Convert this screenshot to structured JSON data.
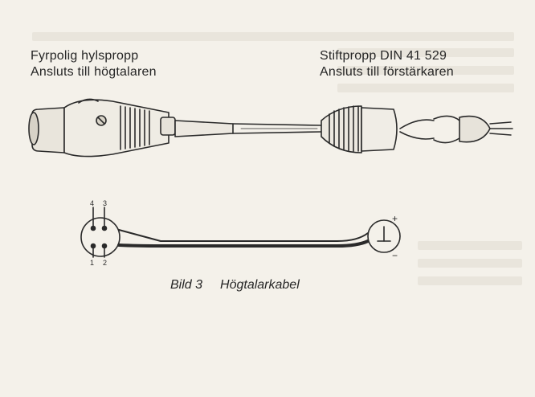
{
  "labels": {
    "left_line1": "Fyrpolig hylspropp",
    "left_line2": "Ansluts till högtalaren",
    "right_line1": "Stiftpropp DIN 41 529",
    "right_line2": "Ansluts till förstärkaren"
  },
  "diagram": {
    "pin_top_a": "4",
    "pin_top_b": "3",
    "pin_bottom_a": "1",
    "pin_bottom_b": "2",
    "plus_sign": "+",
    "minus_sign": "−"
  },
  "caption": {
    "figure": "Bild 3",
    "title": "Högtalarkabel"
  },
  "colors": {
    "paper": "#f4f1ea",
    "ink": "#262626"
  }
}
